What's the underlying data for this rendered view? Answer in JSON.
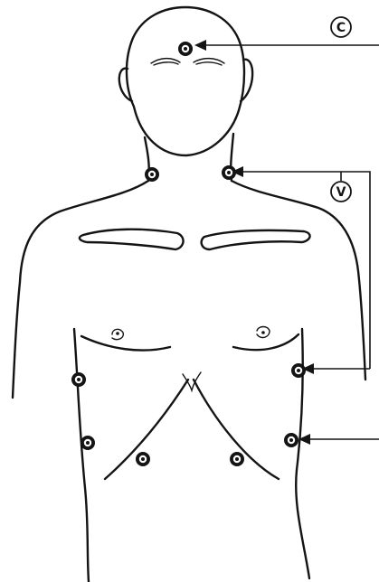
{
  "figure": {
    "label_c": "C",
    "label_v": "V"
  },
  "electrodes": [
    {
      "id": "forehead",
      "name": "forehead-electrode"
    },
    {
      "id": "neck-left",
      "name": "neck-left-electrode"
    },
    {
      "id": "neck-right",
      "name": "neck-right-electrode"
    },
    {
      "id": "ribcage-left-upper",
      "name": "ribcage-left-upper-electrode"
    },
    {
      "id": "ribcage-right-upper",
      "name": "ribcage-right-upper-electrode"
    },
    {
      "id": "side-left-lower",
      "name": "side-left-lower-electrode"
    },
    {
      "id": "side-right-lower",
      "name": "side-right-lower-electrode"
    },
    {
      "id": "abdomen-left",
      "name": "abdomen-left-electrode"
    },
    {
      "id": "abdomen-right",
      "name": "abdomen-right-electrode"
    }
  ]
}
